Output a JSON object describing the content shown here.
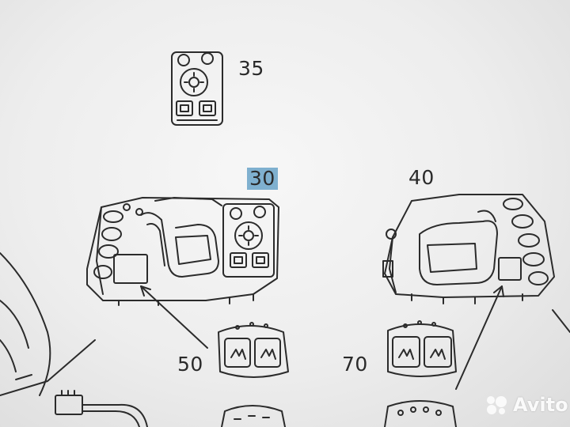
{
  "diagram": {
    "callouts": [
      {
        "id": "35",
        "label": "35"
      },
      {
        "id": "30",
        "label": "30",
        "highlight_color": "#7fb0cf"
      },
      {
        "id": "40",
        "label": "40"
      },
      {
        "id": "50",
        "label": "50"
      },
      {
        "id": "70",
        "label": "70"
      }
    ],
    "line_color": "#2b2b2b"
  },
  "watermark": {
    "text": "Avito",
    "icon": "avito-logo-icon"
  }
}
